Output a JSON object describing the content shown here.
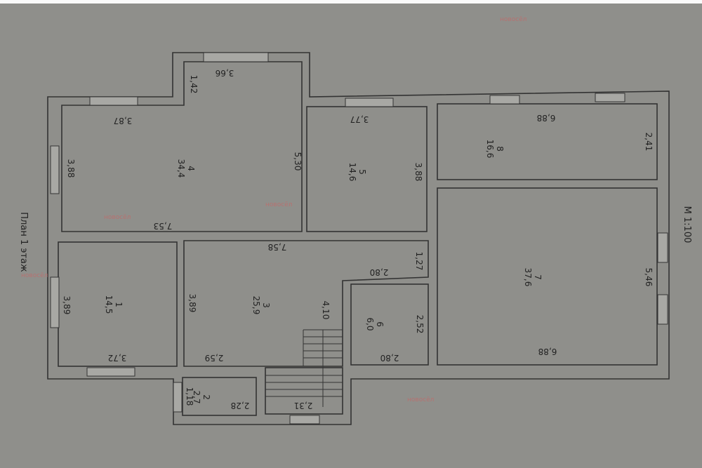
{
  "title": "План 1 этаж",
  "scale": "М 1:100",
  "watermark": "новосёл",
  "rooms": [
    {
      "number": "1",
      "area": "14,5"
    },
    {
      "number": "2",
      "area": "2,7"
    },
    {
      "number": "3",
      "area": "25,9"
    },
    {
      "number": "4",
      "area": "34,4"
    },
    {
      "number": "5",
      "area": "14,6"
    },
    {
      "number": "6",
      "area": "6,0"
    },
    {
      "number": "7",
      "area": "37,6"
    },
    {
      "number": "8",
      "area": "16,6"
    }
  ],
  "dimensions": {
    "r4_top_left": "3,87",
    "r4_top_right": "3,66",
    "r4_notch": "1,42",
    "r4_left": "3,88",
    "r4_right": "5,30",
    "r4_bottom": "7,53",
    "r5_top": "3,77",
    "r5_right": "3,88",
    "r8_top": "6,88",
    "r8_right": "2,41",
    "r7_right": "5,46",
    "r7_bottom": "6,88",
    "r1_left": "3,89",
    "r1_bottom": "3,72",
    "r3_top": "7,58",
    "r3_left": "3,89",
    "r3_bottom": "2,59",
    "r3_corridor": "1,27",
    "r3_stairs": "4,10",
    "r6_top": "2,80",
    "r6_right": "2,52",
    "r6_bottom": "2,80",
    "r2_left": "1,18",
    "r2_bottom": "2,28",
    "stairs_bottom": "2,31"
  }
}
